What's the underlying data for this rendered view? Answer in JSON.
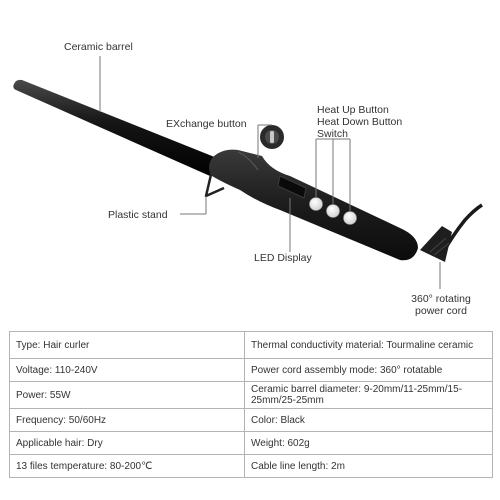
{
  "callouts": {
    "ceramic_barrel": "Ceramic barrel",
    "exchange_button": "EXchange button",
    "heat_up": "Heat Up Button",
    "heat_down": "Heat Down Button",
    "switch": "Switch",
    "plastic_stand": "Plastic stand",
    "led_display": "LED Display",
    "rotating_cord_1": "360° rotating",
    "rotating_cord_2": "power cord"
  },
  "specs": [
    {
      "left": "Type: Hair curler",
      "right": "Thermal conductivity material: Tourmaline ceramic"
    },
    {
      "left": "Voltage: 110-240V",
      "right": "Power cord assembly mode: 360° rotatable"
    },
    {
      "left": "Power: 55W",
      "right": "Ceramic barrel diameter: 9-20mm/11-25mm/15-25mm/25-25mm"
    },
    {
      "left": "Frequency: 50/60Hz",
      "right": "Color: Black"
    },
    {
      "left": "Applicable hair: Dry",
      "right": "Weight: 602g"
    },
    {
      "left": "13 files temperature: 80-200℃",
      "right": "Cable line length: 2m"
    }
  ],
  "colors": {
    "device_body": "#1e1e1e",
    "leader_line": "#777777",
    "table_border": "#b3b3b3"
  },
  "icons": [
    "exchange-button-icon",
    "heat-up-button-icon",
    "heat-down-button-icon",
    "switch-button-icon"
  ]
}
